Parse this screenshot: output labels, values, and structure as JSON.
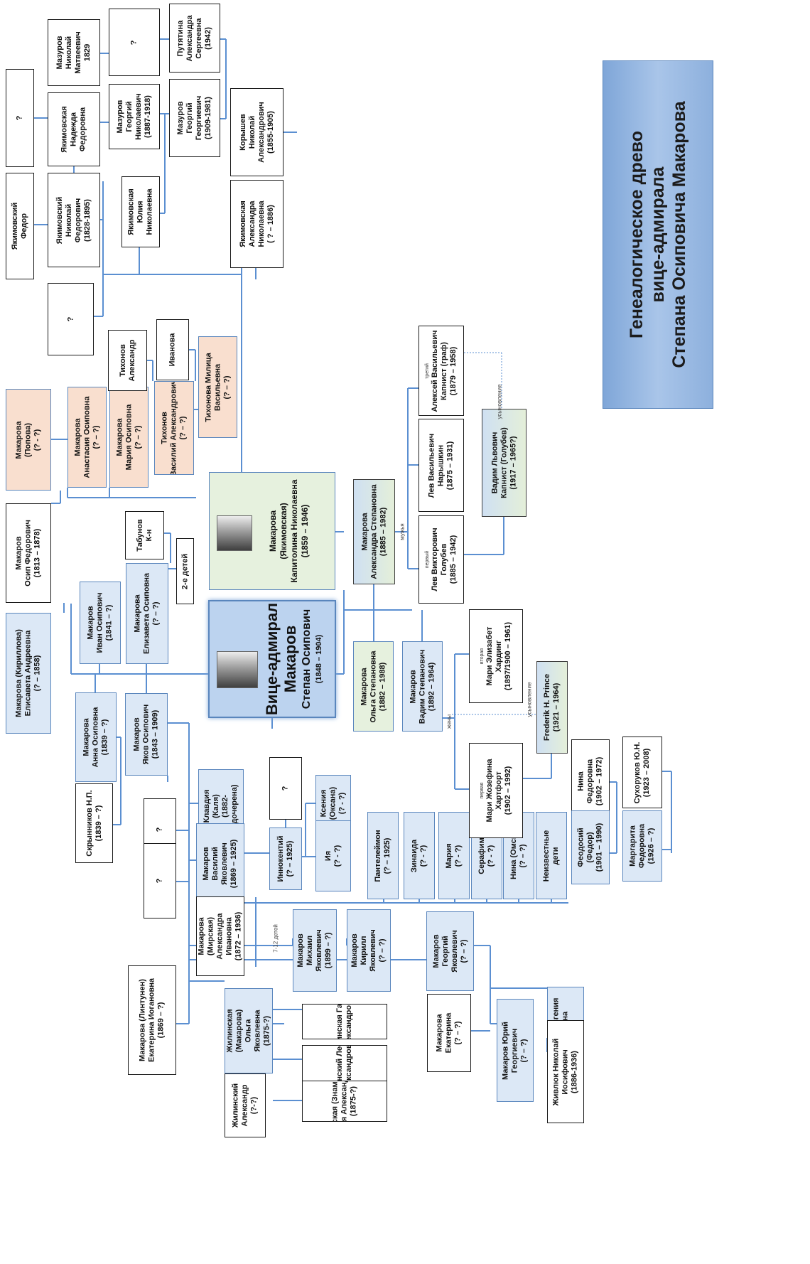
{
  "title": {
    "line1": "Генеалогическое древо",
    "line2": "вице-адмирала",
    "line3": "Степана Осиповича Макарова"
  },
  "main": {
    "name1": "Вице-адмирал",
    "name2": "Макаров",
    "name3": "Степан Осипович",
    "years": "(1848 – 1904)"
  },
  "wife": {
    "name1": "Макарова",
    "name2": "(Якимовская)",
    "name3": "Капитолина Николаевна",
    "years": "(1859 – 1946)"
  },
  "people": {
    "yakimovsky_fedor": {
      "l1": "Якимовский",
      "l2": "Федор"
    },
    "unknown_a": {
      "l1": "?"
    },
    "yakimovsky_nikolai": {
      "l1": "Якимовский",
      "l2": "Николай",
      "l3": "Федорович",
      "l4": "(1828-1895)"
    },
    "yakimovskaya_nadezhda": {
      "l1": "Якимовская",
      "l2": "Надежда",
      "l3": "Федоровна"
    },
    "mazurov_nikolai": {
      "l1": "Мазуров",
      "l2": "Николай",
      "l3": "Матвеевич",
      "l4": "1829"
    },
    "unknown_b": {
      "l1": "?"
    },
    "mazurov_georgy_n": {
      "l1": "Мазуров",
      "l2": "Георгий",
      "l3": "Николаевич",
      "l4": "(1887-1918)"
    },
    "putyatina": {
      "l1": "Путятина",
      "l2": "Александра",
      "l3": "Сергеевна",
      "l4": "(1942)"
    },
    "mazurov_georgy_g": {
      "l1": "Мазуров",
      "l2": "Георгий",
      "l3": "Георгиевич",
      "l4": "(1909-1981)"
    },
    "koryshev": {
      "l1": "Корышев",
      "l2": "Николай",
      "l3": "Александрович",
      "l4": "(1855-1905)"
    },
    "yakimovskaya_yulia": {
      "l1": "Якимовская",
      "l2": "Юлия",
      "l3": "Николаевна"
    },
    "yakimovskaya_alexandra": {
      "l1": "Якимовская",
      "l2": "Александра",
      "l3": "Николаевна",
      "l4": "( ? – 1886)"
    },
    "unknown_c": {
      "l1": "?"
    },
    "makarova_popova": {
      "l1": "Макарова",
      "l2": "(Попова)",
      "l3": "(? - ?)"
    },
    "makarova_anastasia": {
      "l1": "Макарова",
      "l2": "Анастасия Осиповна",
      "l3": "(? – ?)"
    },
    "makarova_maria_o": {
      "l1": "Макарова",
      "l2": "Мария Осиповна",
      "l3": "(? – ?)"
    },
    "tikhonov_alexandr": {
      "l1": "Тихонов",
      "l2": "Александр"
    },
    "ivanova": {
      "l1": "Иванова"
    },
    "tikhonov_vasily": {
      "l1": "Тихонов",
      "l2": "Василий Александрович",
      "l3": "(? – ?)"
    },
    "tikhonova_militsa": {
      "l1": "Тихонова Милица",
      "l2": "Васильевна",
      "l3": "(? – ?)"
    },
    "makarov_osip": {
      "l1": "Макаров",
      "l2": "Осип Федорович",
      "l3": "(1813 – 1878)"
    },
    "tabunov": {
      "l1": "Табунов",
      "l2": "К-н"
    },
    "two_children": {
      "l1": "2-е детей"
    },
    "makarov_ivan": {
      "l1": "Макаров",
      "l2": "Иван Осипович",
      "l3": "(1841 – ?)"
    },
    "makarova_elizaveta_o": {
      "l1": "Макарова",
      "l2": "Елизавета Осиповна",
      "l3": "(? – ?)"
    },
    "makarova_kirillova": {
      "l1": "Макарова (Кириллова)",
      "l2": "Елисавета Андреевна",
      "l3": "(? – 1858)"
    },
    "makarova_anna": {
      "l1": "Макарова",
      "l2": "Анна Осиповна",
      "l3": "(1839 – ?)"
    },
    "skrynnikov": {
      "l1": "Скрынников Н.П.",
      "l2": "(1839 – ?)"
    },
    "makarov_yakov": {
      "l1": "Макаров",
      "l2": "Яков Осипович",
      "l3": "(1843 – 1909)"
    },
    "klavdia": {
      "l1": "Клавдия",
      "l2": "(Каля)",
      "l3": "(1882-",
      "l4": "удочерена)"
    },
    "unknown_d": {
      "l1": "?"
    },
    "unknown_e": {
      "l1": "?"
    },
    "unknown_f": {
      "l1": "?"
    },
    "makarov_vasily_ya": {
      "l1": "Макаров",
      "l2": "Василий",
      "l3": "Яковлевич",
      "l4": "(1869 – 1925)"
    },
    "makarova_mirskaya": {
      "l1": "Макарова",
      "l2": "(Мирская)",
      "l3": "Александра",
      "l4": "Ивановна",
      "l5": "(1872 – 1936)"
    },
    "unknown_g": {
      "l1": "?"
    },
    "ksenia": {
      "l1": "Ксения",
      "l2": "(Оксана)",
      "l3": "(? - ?)"
    },
    "innokenty": {
      "l1": "Иннокентий",
      "l2": "(? – 1925)"
    },
    "iya": {
      "l1": "Ия",
      "l2": "(? - ?)"
    },
    "panteleimon": {
      "l1": "Пантелеймон",
      "l2": "(? – 1925)"
    },
    "zinaida": {
      "l1": "Зинаида",
      "l2": "(? - ?)"
    },
    "maria": {
      "l1": "Мария",
      "l2": "(? - ?)"
    },
    "serafim": {
      "l1": "Серафим",
      "l2": "(? - ?)"
    },
    "nina_omsk": {
      "l1": "Нина (Омск)",
      "l2": "(? – ?)"
    },
    "unknown_children": {
      "l1": "Неизвестные",
      "l2": "дети"
    },
    "makarov_mikhail": {
      "l1": "Макаров",
      "l2": "Михаил",
      "l3": "Яковлевич",
      "l4": "(1899 – ?)"
    },
    "makarov_kirill": {
      "l1": "Макаров",
      "l2": "Кирилл",
      "l3": "Яковлевич",
      "l4": "(? – ?)"
    },
    "makarov_georgy_ya": {
      "l1": "Макаров",
      "l2": "Георгий",
      "l3": "Яковлевич",
      "l4": "(? – ?)"
    },
    "makarova_lintunen": {
      "l1": "Макарова (Линтунен)",
      "l2": "Екатерина Иогановна",
      "l3": "(1869 – ?)"
    },
    "zhilinskaya_olga": {
      "l1": "Жилинская",
      "l2": "(Макарова)",
      "l3": "Ольга",
      "l4": "Яковлевна",
      "l5": "(1875-?)"
    },
    "zhilinskaya_galina": {
      "l1": "Жилинская Галина",
      "l2": "Александровна"
    },
    "zhilinsky_leonid": {
      "l1": "Жилинский Леонид",
      "l2": "Александрович"
    },
    "zhilinskaya_evgenia": {
      "l1": "Жилинская (Знаменская)",
      "l2": "Евгения Александровна",
      "l3": "(1875-?)"
    },
    "zhilinsky_alexandr": {
      "l1": "Жилинский",
      "l2": "Александр",
      "l3": "(?-?)"
    },
    "makarova_ekaterina_g": {
      "l1": "Макарова",
      "l2": "Екатерина",
      "l3": "(? – ?)"
    },
    "makarov_yury": {
      "l1": "Макаров Юрий",
      "l2": "Георгиевич",
      "l3": "(? – ?)"
    },
    "makarova_evgenia_g": {
      "l1": "Макарова Евгения",
      "l2": "Георгиевна",
      "l3": "(? – ?)"
    },
    "zhivlyuk": {
      "l1": "Живлюк Николай",
      "l2": "Иосифович",
      "l3": "(1886-1936)"
    },
    "makarova_olga_s": {
      "l1": "Макарова",
      "l2": "Ольга Степановна",
      "l3": "(1882 – 1988)"
    },
    "makarov_vadim": {
      "l1": "Макаров",
      "l2": "Вадим Степанович",
      "l3": "(1892 – 1964)"
    },
    "makarova_alexandra_s": {
      "l1": "Макарова",
      "l2": "Александра Степановна",
      "l3": "(1885 – 1982)"
    },
    "golubev": {
      "l0": "первый",
      "l1": "Лев Викторович",
      "l2": "Голубев",
      "l3": "(1885 – 1942)"
    },
    "naryshkin": {
      "l1": "Лев Васильевич",
      "l2": "Нарышкин",
      "l3": "(1875 – 1931)"
    },
    "kapnist_alexey": {
      "l0": "третий",
      "l1": "Алексей Васильевич",
      "l2": "Капнист (граф)",
      "l3": "(1879 – 1958)"
    },
    "kapnist_vadim": {
      "l1": "Вадим Львович",
      "l2": "Капнист (Голубев)",
      "l3": "(1917 – 1965?)"
    },
    "harding": {
      "l0": "вторая",
      "l1": "Мари Элизабет",
      "l2": "Хардинг",
      "l3": "(1897/1900 – 1961)"
    },
    "prince": {
      "l1": "Frederik H. Prince",
      "l2": "(1921 – 1964)"
    },
    "hartfort": {
      "l0": "первая",
      "l1": "Мари Жозефина",
      "l2": "Хартфорт",
      "l3": "(1902 – 1992)"
    },
    "sukhorukov": {
      "l1": "Сухоруков Ю.Н.",
      "l2": "(1923 – 2008)"
    },
    "nina_f": {
      "l1": "Нина",
      "l2": "Федоровна",
      "l3": "(1902 – 1972)"
    },
    "margarita": {
      "l1": "Маргарита",
      "l2": "Федоровна",
      "l3": "(1926 – ?)"
    },
    "feodosy": {
      "l1": "Феодосий",
      "l2": "(Федор)",
      "l3": "(1901 – 1990)"
    }
  },
  "notes": {
    "husbands": "мужья",
    "wives": "жены",
    "adoption1": "усыновление",
    "adoption2": "усыновление",
    "children_count": "7-12 детей"
  }
}
